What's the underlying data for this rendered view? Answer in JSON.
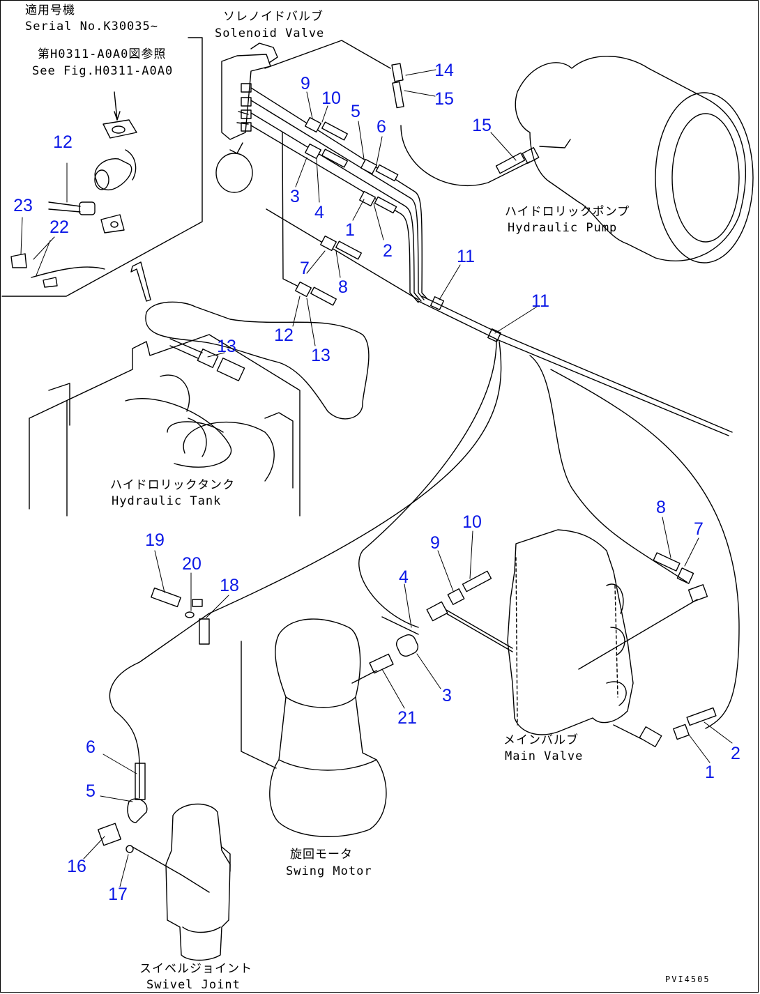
{
  "labels": {
    "serial_jp": "適用号機",
    "serial_en": "Serial No.K30035~",
    "see_fig_jp": "第H0311-A0A0図参照",
    "see_fig_en": "See Fig.H0311-A0A0",
    "solenoid_jp": "ソレノイドバルブ",
    "solenoid_en": "Solenoid Valve",
    "pump_jp": "ハイドロリックポンプ",
    "pump_en": "Hydraulic Pump",
    "tank_jp": "ハイドロリックタンク",
    "tank_en": "Hydraulic Tank",
    "main_valve_jp": "メインバルブ",
    "main_valve_en": "Main Valve",
    "swing_motor_jp": "旋回モータ",
    "swing_motor_en": "Swing Motor",
    "swivel_jp": "スイベルジョイント",
    "swivel_en": "Swivel Joint",
    "figure_code": "PVI4505"
  },
  "callouts": [
    "12",
    "23",
    "22",
    "9",
    "10",
    "5",
    "6",
    "3",
    "4",
    "1",
    "2",
    "7",
    "8",
    "12",
    "13",
    "13",
    "14",
    "15",
    "15",
    "11",
    "11",
    "8",
    "7",
    "10",
    "9",
    "4",
    "3",
    "21",
    "2",
    "1",
    "19",
    "20",
    "18",
    "6",
    "5",
    "16",
    "17"
  ]
}
